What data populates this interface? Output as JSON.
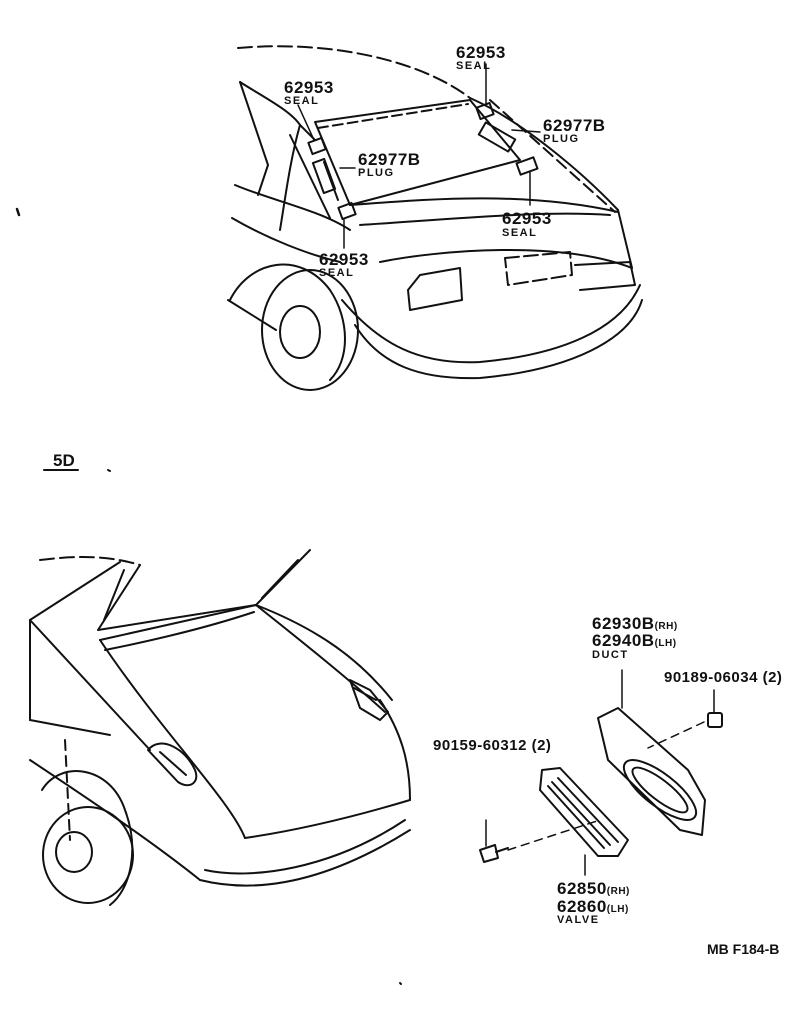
{
  "top": {
    "seal_top_right": {
      "part": "62953",
      "name": "SEAL"
    },
    "seal_top_left": {
      "part": "62953",
      "name": "SEAL"
    },
    "plug_right": {
      "part": "62977B",
      "name": "PLUG"
    },
    "plug_left": {
      "part": "62977B",
      "name": "PLUG"
    },
    "seal_mid_right": {
      "part": "62953",
      "name": "SEAL"
    },
    "seal_bottom_left": {
      "part": "62953",
      "name": "SEAL"
    }
  },
  "section_label": "5D",
  "bottom": {
    "duct": {
      "part_rh": "62930B",
      "suffix_rh": "(RH)",
      "part_lh": "62940B",
      "suffix_lh": "(LH)",
      "name": "DUCT"
    },
    "nut": {
      "part": "90189-06034 (2)"
    },
    "screw": {
      "part": "90159-60312 (2)"
    },
    "valve": {
      "part_rh": "62850",
      "suffix_rh": "(RH)",
      "part_lh": "62860",
      "suffix_lh": "(LH)",
      "name": "VALVE"
    }
  },
  "figure_code": "MB F184-B"
}
